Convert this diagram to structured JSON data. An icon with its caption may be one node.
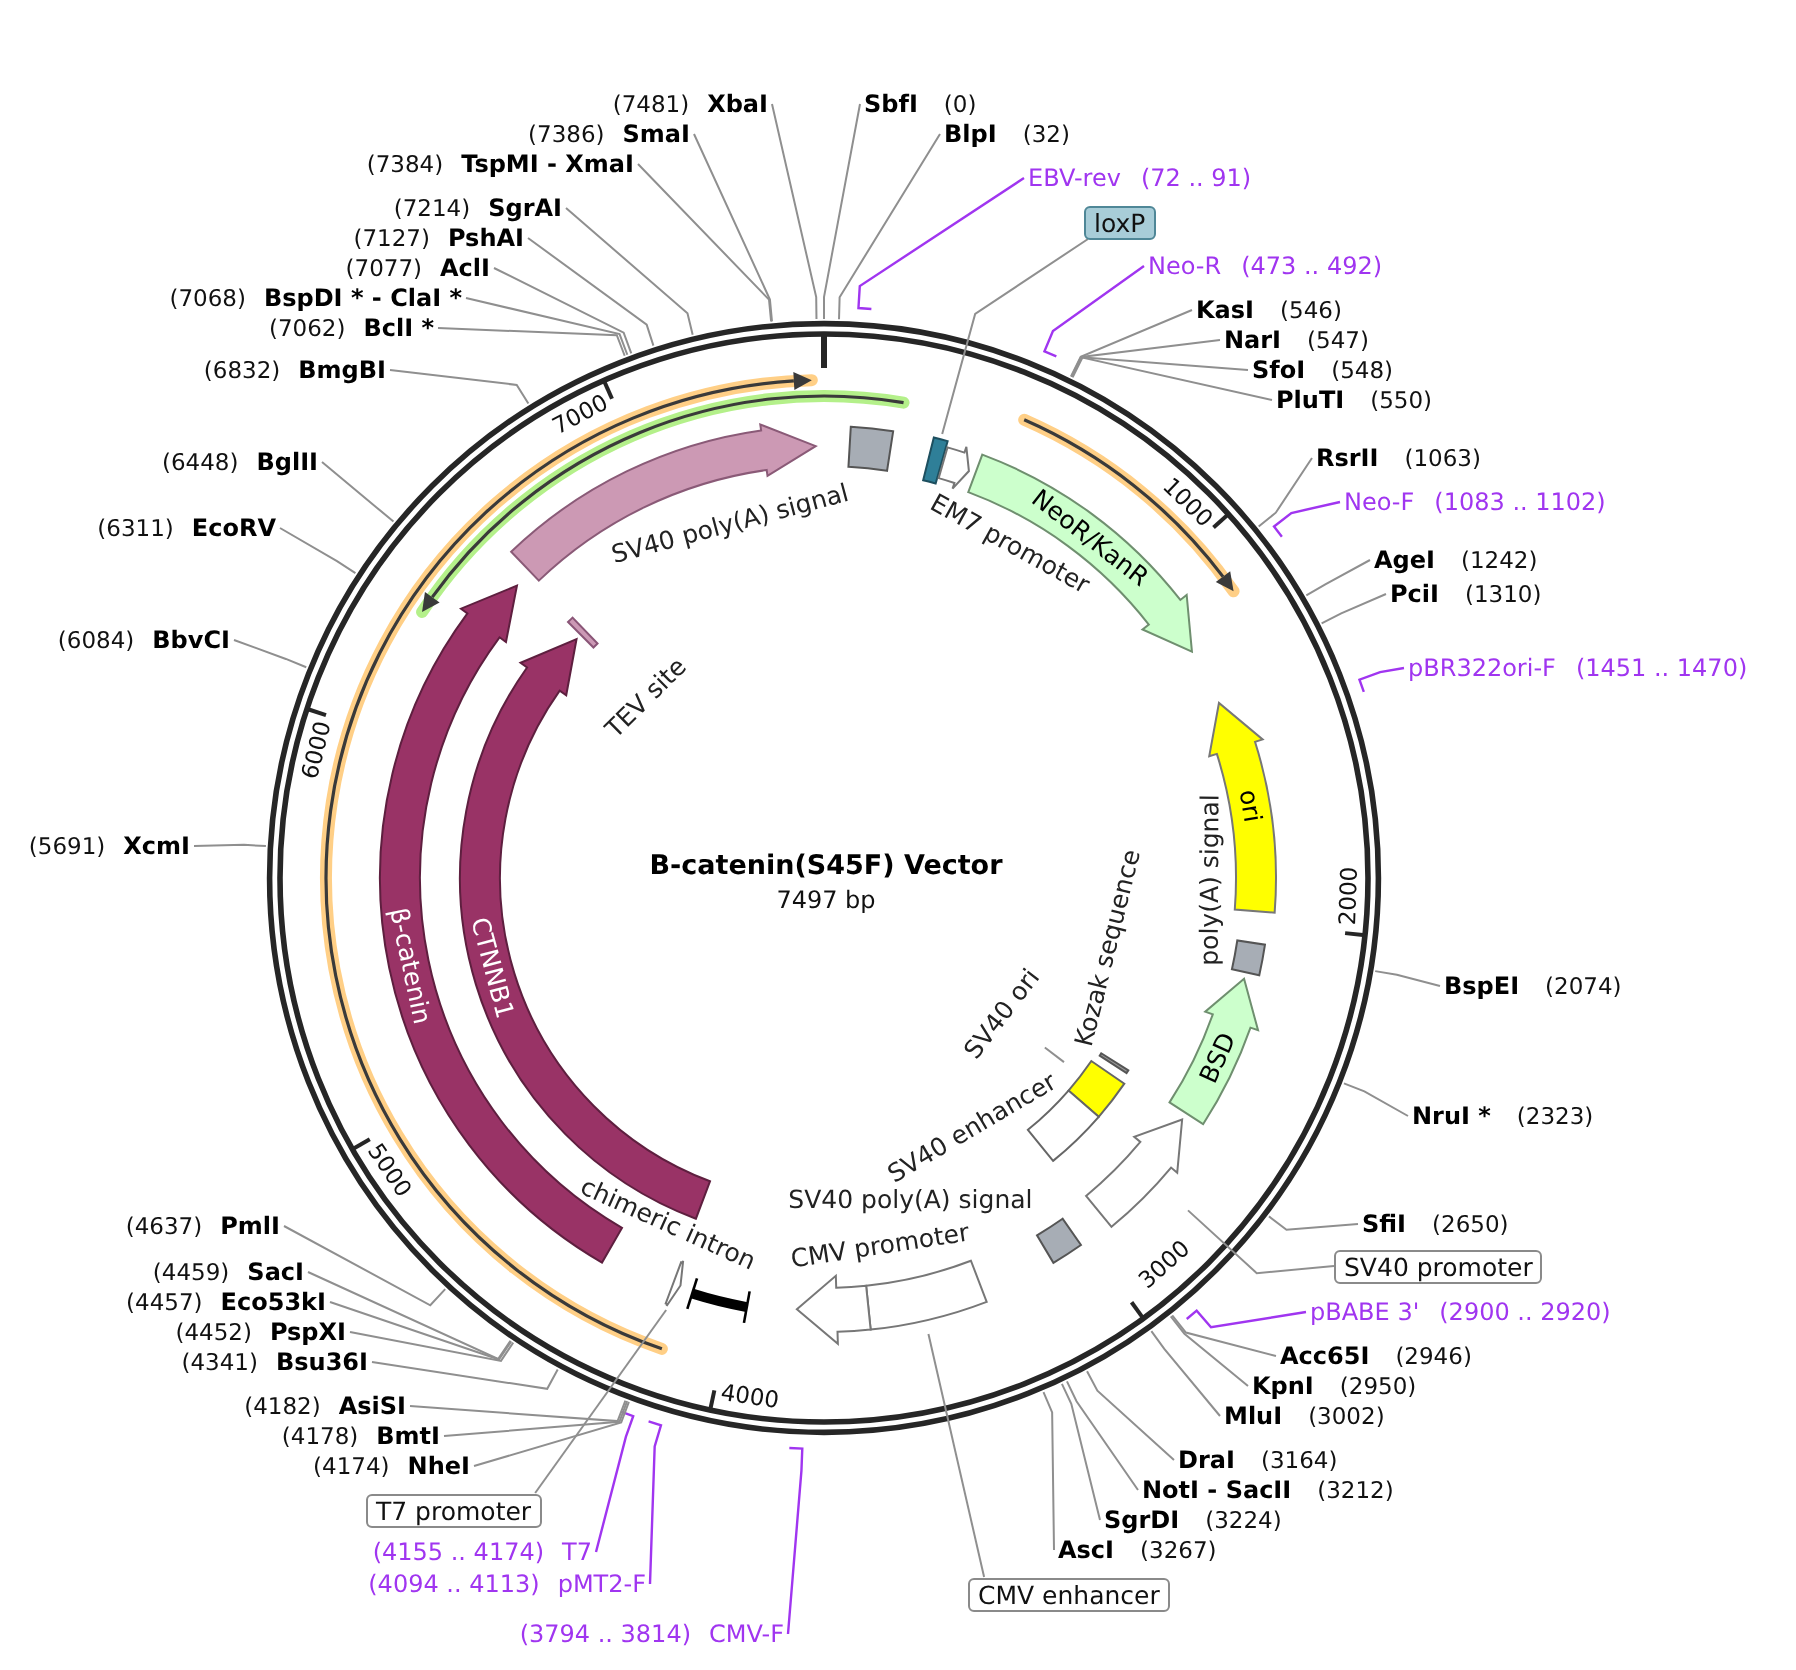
{
  "diagram": {
    "title": "B-catenin(S45F) Vector",
    "nodes": [
      {
        "text": [],
        "shape": "box",
        "beside": [
          "SV40 poly(A) signal"
        ]
      },
      {
        "text": [],
        "shape": "box"
      },
      {
        "text": [],
        "shape": "arrow",
        "beside": [
          "EM7 promoter"
        ]
      },
      {
        "text": [
          "NeoR/KanR"
        ]
      },
      {
        "text": [
          "ori"
        ]
      },
      {
        "text": [],
        "shape": "box",
        "beside": [
          "poly(A) signal"
        ]
      },
      {
        "text": [
          "BSD"
        ]
      },
      {
        "text": [],
        "shape": "bar",
        "beside": [
          "Kozak sequence"
        ]
      },
      {
        "text": [],
        "shape": "arrow"
      },
      {
        "text": [],
        "shape": "box"
      },
      {
        "text": [],
        "shape": "box",
        "beside": [
          "SV40 enhancer"
        ]
      },
      {
        "text": [],
        "shape": "box",
        "beside": [
          "SV40 poly(A) signal"
        ]
      },
      {
        "text": [],
        "shape": "box"
      },
      {
        "text": [],
        "shape": "arrow",
        "beside": [
          "CMV promoter"
        ]
      },
      {
        "text": [],
        "shape": "bar",
        "beside": [
          "chimeric intron"
        ]
      },
      {
        "text": [],
        "shape": "arrow"
      },
      {
        "text": [
          "β-catenin"
        ]
      },
      {
        "text": [
          "CTNNB1"
        ]
      },
      {
        "text": [],
        "shape": "bar",
        "beside": [
          "TEV site"
        ]
      },
      {
        "text": [],
        "shape": "arrow"
      },
      {
        "text": [
          "SV40 ori"
        ]
      },
      {
        "text": [
          "SbfI",
          "(0)"
        ]
      },
      {
        "text": [
          "BlpI",
          "(32)"
        ]
      },
      {
        "text": [
          "EBV-rev",
          "(72 .. 91)"
        ]
      },
      {
        "text": [
          "loxP"
        ]
      },
      {
        "text": [
          "Neo-R",
          "(473 .. 492)"
        ]
      },
      {
        "text": [
          "KasI",
          "(546)"
        ]
      },
      {
        "text": [
          "NarI",
          "(547)"
        ]
      },
      {
        "text": [
          "SfoI",
          "(548)"
        ]
      },
      {
        "text": [
          "PluTI",
          "(550)"
        ]
      },
      {
        "text": [
          "RsrII",
          "(1063)"
        ]
      },
      {
        "text": [
          "Neo-F",
          "(1083 .. 1102)"
        ]
      },
      {
        "text": [
          "AgeI",
          "(1242)"
        ]
      },
      {
        "text": [
          "PciI",
          "(1310)"
        ]
      },
      {
        "text": [
          "pBR322ori-F",
          "(1451 .. 1470)"
        ]
      },
      {
        "text": [
          "BspEI",
          "(2074)"
        ]
      },
      {
        "text": [
          "NruI *",
          "(2323)"
        ]
      },
      {
        "text": [
          "SfiI",
          "(2650)"
        ]
      },
      {
        "text": [
          "SV40 promoter"
        ]
      },
      {
        "text": [
          "pBABE 3'",
          "(2900 .. 2920)"
        ]
      },
      {
        "text": [
          "Acc65I",
          "(2946)"
        ]
      },
      {
        "text": [
          "KpnI",
          "(2950)"
        ]
      },
      {
        "text": [
          "MluI",
          "(3002)"
        ]
      },
      {
        "text": [
          "DraI",
          "(3164)"
        ]
      },
      {
        "text": [
          "NotI - SacII",
          "(3212)"
        ]
      },
      {
        "text": [
          "SgrDI",
          "(3224)"
        ]
      },
      {
        "text": [
          "AscI",
          "(3267)"
        ]
      },
      {
        "text": [
          "CMV enhancer"
        ]
      },
      {
        "text": [
          "(3794 .. 3814)",
          "CMV-F"
        ]
      },
      {
        "text": [
          "(4094 .. 4113)",
          "pMT2-F"
        ]
      },
      {
        "text": [
          "(4155 .. 4174)",
          "T7"
        ]
      },
      {
        "text": [
          "T7 promoter"
        ]
      },
      {
        "text": [
          "(4174)",
          "NheI"
        ]
      },
      {
        "text": [
          "(4178)",
          "BmtI"
        ]
      },
      {
        "text": [
          "(4182)",
          "AsiSI"
        ]
      },
      {
        "text": [
          "(4341)",
          "Bsu36I"
        ]
      },
      {
        "text": [
          "(4452)",
          "PspXI"
        ]
      },
      {
        "text": [
          "(4457)",
          "Eco53kI"
        ]
      },
      {
        "text": [
          "(4459)",
          "SacI"
        ]
      },
      {
        "text": [
          "(4637)",
          "PmlI"
        ]
      },
      {
        "text": [
          "(5691)",
          "XcmI"
        ]
      },
      {
        "text": [
          "(6084)",
          "BbvCI"
        ]
      },
      {
        "text": [
          "(6311)",
          "EcoRV"
        ]
      },
      {
        "text": [
          "(6448)",
          "BglII"
        ]
      },
      {
        "text": [
          "(6832)",
          "BmgBI"
        ]
      },
      {
        "text": [
          "(7062)",
          "BclI *"
        ]
      },
      {
        "text": [
          "(7068)",
          "BspDI * - ClaI *"
        ]
      },
      {
        "text": [
          "(7077)",
          "AclI"
        ]
      },
      {
        "text": [
          "(7127)",
          "PshAI"
        ]
      },
      {
        "text": [
          "(7214)",
          "SgrAI"
        ]
      },
      {
        "text": [
          "(7384)",
          "TspMI - XmaI"
        ]
      },
      {
        "text": [
          "(7386)",
          "SmaI"
        ]
      },
      {
        "text": [
          "(7481)",
          "XbaI"
        ]
      }
    ],
    "edges": [
      {
        "from": 20,
        "to": 9,
        "arrow": "none"
      },
      {
        "from": 21,
        "to": null,
        "arrow": "none"
      },
      {
        "from": 22,
        "to": null,
        "arrow": "none"
      },
      {
        "from": 23,
        "to": null,
        "arrow": "none",
        "color": "#a035f0"
      },
      {
        "from": 24,
        "to": 1,
        "arrow": "none"
      },
      {
        "from": 25,
        "to": null,
        "arrow": "none",
        "color": "#a035f0"
      },
      {
        "from": 26,
        "to": null,
        "arrow": "none"
      },
      {
        "from": 27,
        "to": null,
        "arrow": "none"
      },
      {
        "from": 28,
        "to": null,
        "arrow": "none"
      },
      {
        "from": 29,
        "to": null,
        "arrow": "none"
      },
      {
        "from": 30,
        "to": null,
        "arrow": "none"
      },
      {
        "from": 31,
        "to": null,
        "arrow": "none",
        "color": "#a035f0"
      },
      {
        "from": 32,
        "to": null,
        "arrow": "none"
      },
      {
        "from": 33,
        "to": null,
        "arrow": "none"
      },
      {
        "from": 34,
        "to": null,
        "arrow": "none",
        "color": "#a035f0"
      },
      {
        "from": 35,
        "to": null,
        "arrow": "none"
      },
      {
        "from": 36,
        "to": null,
        "arrow": "none"
      },
      {
        "from": 37,
        "to": null,
        "arrow": "none"
      },
      {
        "from": 38,
        "to": 8,
        "arrow": "none"
      },
      {
        "from": 39,
        "to": null,
        "arrow": "none",
        "color": "#a035f0"
      },
      {
        "from": 40,
        "to": null,
        "arrow": "none"
      },
      {
        "from": 41,
        "to": null,
        "arrow": "none"
      },
      {
        "from": 42,
        "to": null,
        "arrow": "none"
      },
      {
        "from": 43,
        "to": null,
        "arrow": "none"
      },
      {
        "from": 44,
        "to": null,
        "arrow": "none"
      },
      {
        "from": 45,
        "to": null,
        "arrow": "none"
      },
      {
        "from": 46,
        "to": null,
        "arrow": "none"
      },
      {
        "from": 47,
        "to": 12,
        "arrow": "none"
      },
      {
        "from": 48,
        "to": null,
        "arrow": "none",
        "color": "#a035f0"
      },
      {
        "from": 49,
        "to": null,
        "arrow": "none",
        "color": "#a035f0"
      },
      {
        "from": 50,
        "to": null,
        "arrow": "none",
        "color": "#a035f0"
      },
      {
        "from": 51,
        "to": 15,
        "arrow": "none"
      },
      {
        "from": 52,
        "to": null,
        "arrow": "none"
      },
      {
        "from": 53,
        "to": null,
        "arrow": "none"
      },
      {
        "from": 54,
        "to": null,
        "arrow": "none"
      },
      {
        "from": 55,
        "to": null,
        "arrow": "none"
      },
      {
        "from": 56,
        "to": null,
        "arrow": "none"
      },
      {
        "from": 57,
        "to": null,
        "arrow": "none"
      },
      {
        "from": 58,
        "to": null,
        "arrow": "none"
      },
      {
        "from": 59,
        "to": null,
        "arrow": "none"
      },
      {
        "from": 60,
        "to": null,
        "arrow": "none"
      },
      {
        "from": 61,
        "to": null,
        "arrow": "none"
      },
      {
        "from": 62,
        "to": null,
        "arrow": "none"
      },
      {
        "from": 63,
        "to": null,
        "arrow": "none"
      },
      {
        "from": 64,
        "to": null,
        "arrow": "none"
      },
      {
        "from": 65,
        "to": null,
        "arrow": "none"
      },
      {
        "from": 66,
        "to": null,
        "arrow": "none"
      },
      {
        "from": 67,
        "to": null,
        "arrow": "none"
      },
      {
        "from": 68,
        "to": null,
        "arrow": "none"
      },
      {
        "from": 69,
        "to": null,
        "arrow": "none"
      },
      {
        "from": 70,
        "to": null,
        "arrow": "none"
      },
      {
        "from": 71,
        "to": null,
        "arrow": "none"
      },
      {
        "from": 72,
        "to": null,
        "arrow": "none"
      }
    ],
    "labels": [
      "7497 bp",
      "1000",
      "2000",
      "3000",
      "4000",
      "5000",
      "6000",
      "7000"
    ]
  }
}
